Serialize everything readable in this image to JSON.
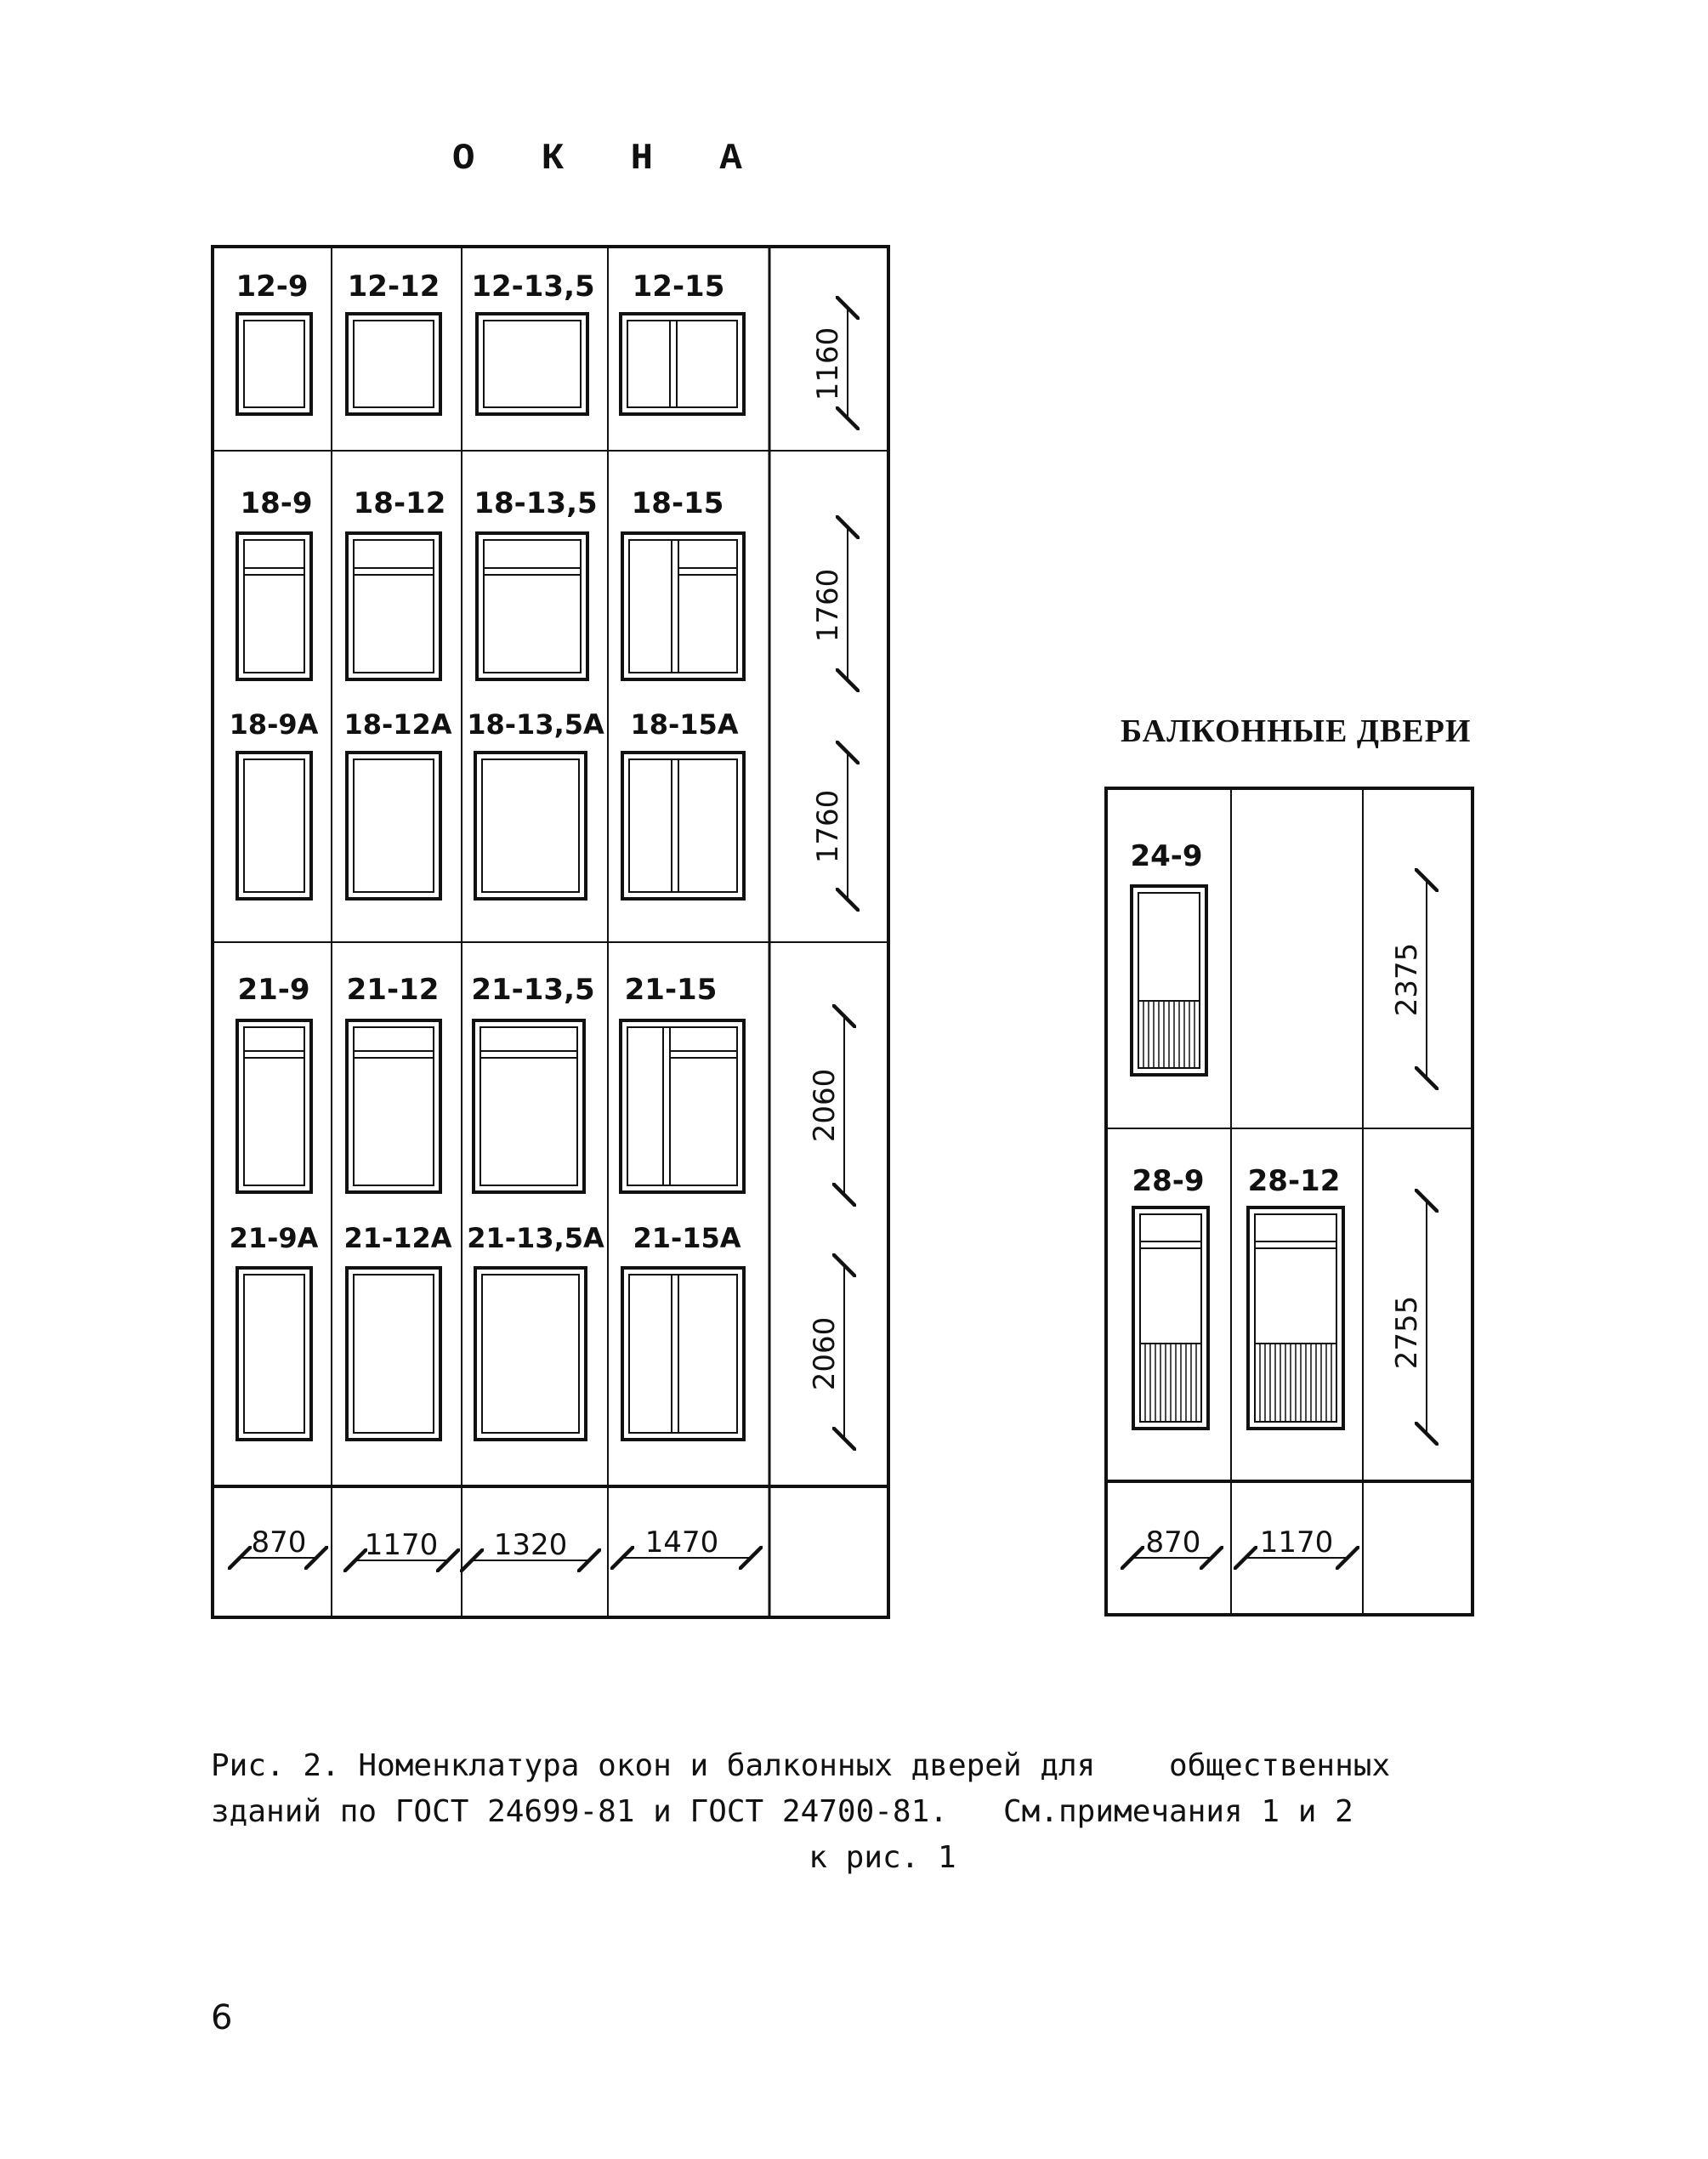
{
  "windows": {
    "heading": "О К Н А",
    "labels": {
      "r1": [
        "12-9",
        "12-12",
        "12-13,5",
        "12-15"
      ],
      "r2": [
        "18-9",
        "18-12",
        "18-13,5",
        "18-15"
      ],
      "r3": [
        "18-9А",
        "18-12А",
        "18-13,5А",
        "18-15А"
      ],
      "r4": [
        "21-9",
        "21-12",
        "21-13,5",
        "21-15"
      ],
      "r5": [
        "21-9А",
        "21-12А",
        "21-13,5А",
        "21-15А"
      ]
    },
    "heights": [
      "1160",
      "1760",
      "1760",
      "2060",
      "2060"
    ],
    "widths": [
      "870",
      "1170",
      "1320",
      "1470"
    ]
  },
  "doors": {
    "heading": "БАЛКОННЫЕ ДВЕРИ",
    "labels": {
      "r1": [
        "24-9"
      ],
      "r2": [
        "28-9",
        "28-12"
      ]
    },
    "heights": [
      "2375",
      "2755"
    ],
    "widths": [
      "870",
      "1170"
    ]
  },
  "caption": {
    "line1": "Рис. 2. Номенклатура окон и балконных дверей для    общественных",
    "line2": "зданий по ГОСТ 24699-81 и ГОСТ 24700-81.   См.примечания 1 и 2",
    "line3": "к рис. 1"
  },
  "page_number": "6"
}
